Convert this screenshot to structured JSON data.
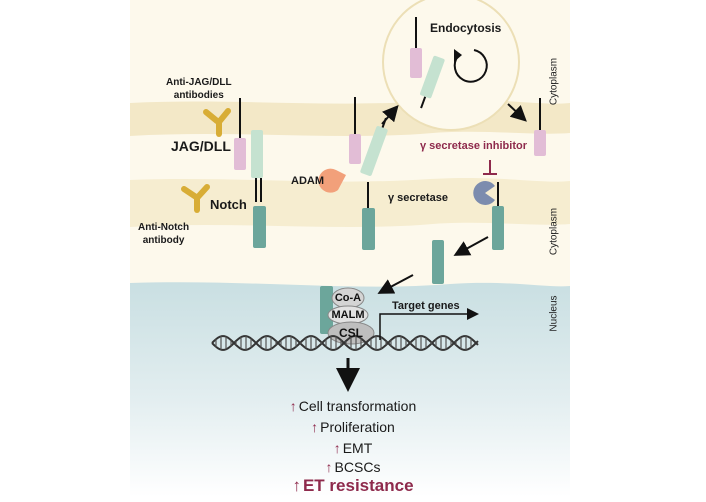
{
  "labels": {
    "endocytosis": "Endocytosis",
    "anti_jag_line1": "Anti-JAG/DLL",
    "anti_jag_line2": "antibodies",
    "jag_dll": "JAG/DLL",
    "notch": "Notch",
    "anti_notch_line1": "Anti-Notch",
    "anti_notch_line2": "antibody",
    "adam": "ADAM",
    "gamma_inhibitor": "γ secretase inhibitor",
    "gamma_secretase": "γ secretase",
    "target_genes": "Target genes"
  },
  "complex": {
    "co_a": "Co-A",
    "malm": "MALM",
    "csl": "CSL"
  },
  "regions": {
    "cytoplasm_top": "Cytoplasm",
    "cytoplasm_bottom": "Cytoplasm",
    "nucleus": "Nucleus"
  },
  "outcomes": [
    "Cell transformation",
    "Proliferation",
    "EMT",
    "BCSCs",
    "ET resistance"
  ],
  "colors": {
    "ligand": "#e2bdd6",
    "receptor_extracellular": "#c5e2d0",
    "receptor_intracellular": "#6ca69b",
    "antibody": "#d8ad36",
    "adam": "#f2a07a",
    "gamma_secretase": "#7c8cae",
    "accent": "#8e2a4c"
  }
}
